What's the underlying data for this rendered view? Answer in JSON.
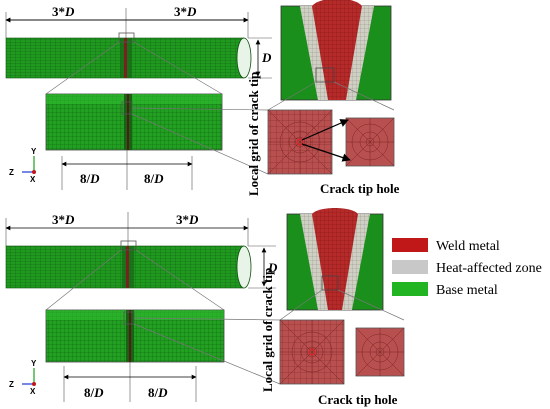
{
  "colors": {
    "weld_metal": "#c01818",
    "haz": "#c8c8c8",
    "base_metal": "#22b422",
    "pipe_dark": "#1d6b1d",
    "mesh_red": "#b04a4a"
  },
  "panels": [
    {
      "dim_left": {
        "prefix": "3*",
        "var": "D"
      },
      "dim_right": {
        "prefix": "3*",
        "var": "D"
      },
      "diameter": {
        "var": "D"
      },
      "bottom_left": {
        "prefix": "8/",
        "var": "D"
      },
      "bottom_right": {
        "prefix": "8/",
        "var": "D"
      },
      "local_grid_label": "Local grid of crack tip",
      "crack_tip_label": "Crack tip hole",
      "axis": {
        "y": "Y",
        "z": "Z",
        "x": "X"
      }
    },
    {
      "dim_left": {
        "prefix": "3*",
        "var": "D"
      },
      "dim_right": {
        "prefix": "3*",
        "var": "D"
      },
      "diameter": {
        "var": "D"
      },
      "bottom_left": {
        "prefix": "8/",
        "var": "D"
      },
      "bottom_right": {
        "prefix": "8/",
        "var": "D"
      },
      "local_grid_label": "Local grid of crack tip",
      "crack_tip_label": "Crack tip hole",
      "axis": {
        "y": "Y",
        "z": "Z",
        "x": "X"
      }
    }
  ],
  "legend": [
    {
      "label": "Weld metal",
      "color": "#c01818"
    },
    {
      "label": "Heat-affected zone",
      "color": "#c8c8c8"
    },
    {
      "label": "Base metal",
      "color": "#22b422"
    }
  ]
}
